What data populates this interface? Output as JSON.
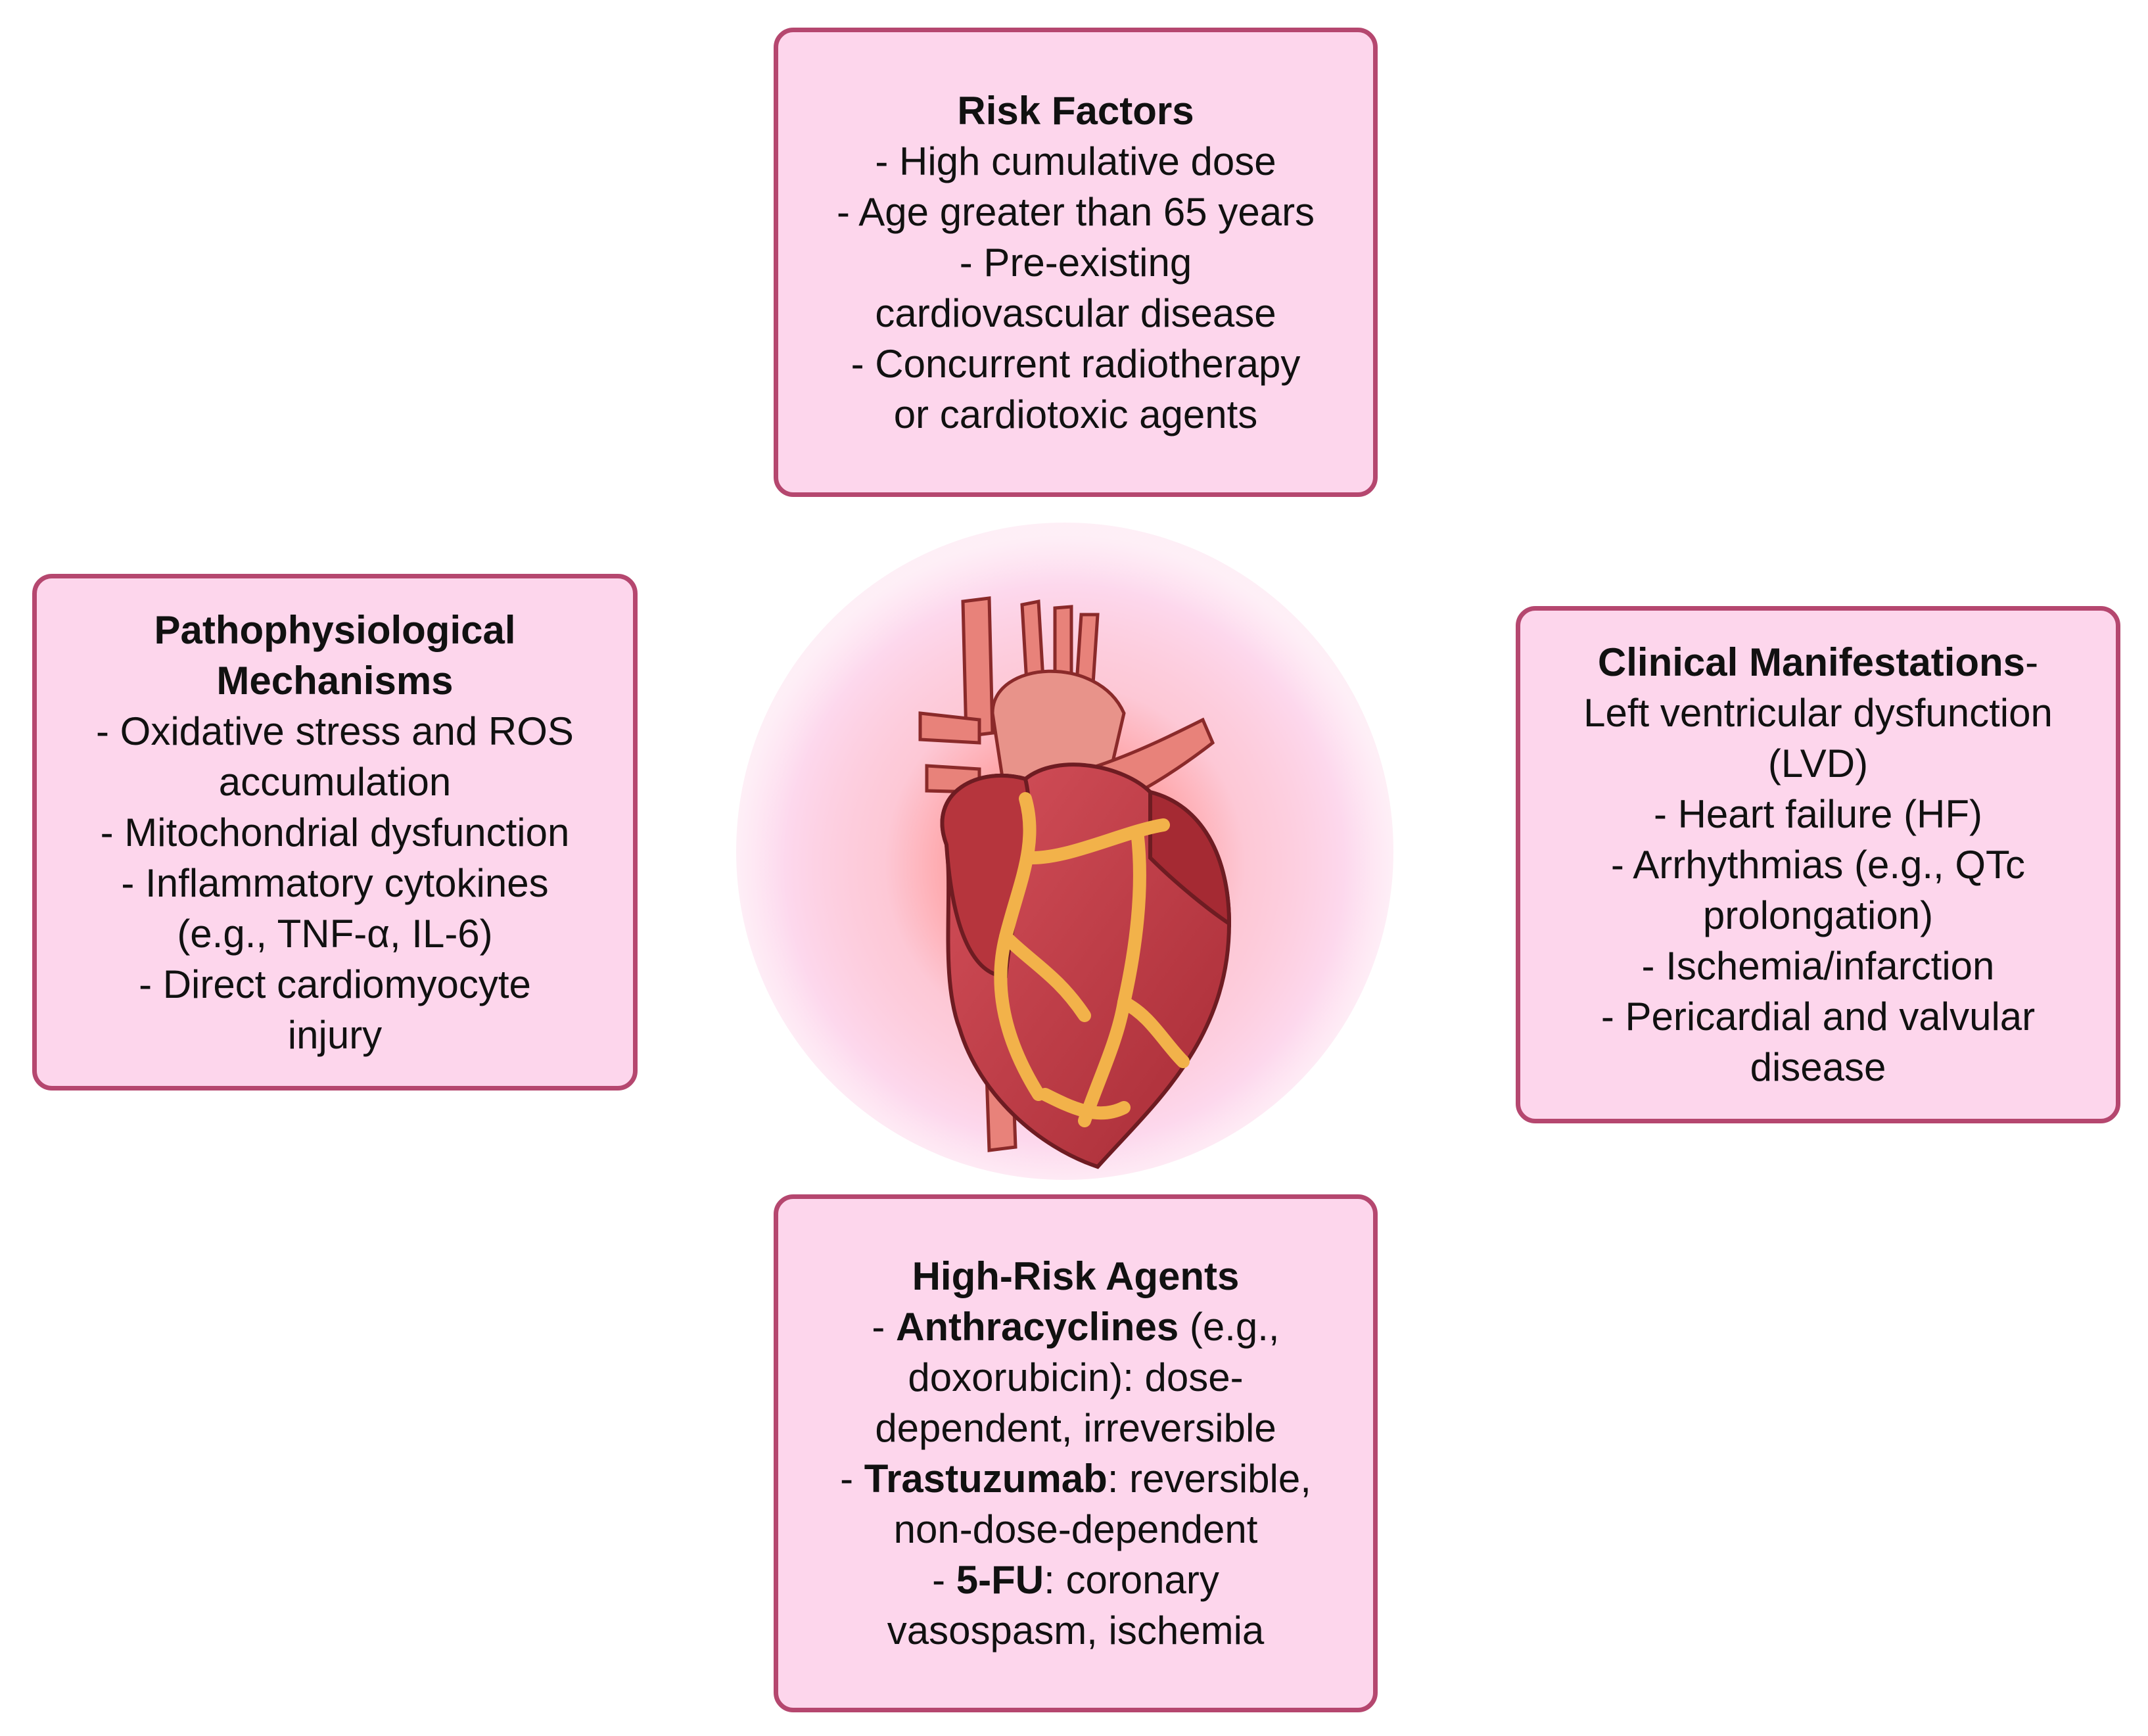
{
  "risk_factors": {
    "title": "Risk Factors",
    "lines": [
      "- High cumulative dose",
      "- Age greater than 65 years",
      "- Pre-existing",
      "cardiovascular disease",
      "- Concurrent radiotherapy",
      "or cardiotoxic agents"
    ]
  },
  "pathophysiology": {
    "title_line1": "Pathophysiological",
    "title_line2": "Mechanisms",
    "lines": [
      "- Oxidative stress and ROS",
      "accumulation",
      "- Mitochondrial dysfunction",
      "- Inflammatory cytokines",
      "(e.g., TNF-α, IL-6)",
      "- Direct cardiomyocyte",
      "injury"
    ]
  },
  "clinical": {
    "title": "Clinical Manifestations",
    "title_suffix": "-",
    "lines": [
      "Left ventricular dysfunction",
      "(LVD)",
      "- Heart failure (HF)",
      "- Arrhythmias (e.g., QTc",
      "prolongation)",
      "- Ischemia/infarction",
      "- Pericardial and valvular",
      "disease"
    ]
  },
  "agents": {
    "title": "High-Risk Agents",
    "anthra_prefix": "- ",
    "anthra_bold": "Anthracyclines",
    "anthra_rest": " (e.g.,",
    "anthra_line2": "doxorubicin): dose-",
    "anthra_line3": "dependent, irreversible",
    "trastu_prefix": "- ",
    "trastu_bold": "Trastuzumab",
    "trastu_rest": ": reversible,",
    "trastu_line2": "non-dose-dependent",
    "fu_prefix": "- ",
    "fu_bold": "5-FU",
    "fu_rest": ": coronary",
    "fu_line2": "vasospasm, ischemia"
  },
  "colors": {
    "card_fill": "#fdd6ec",
    "card_border": "#b5476f",
    "glow_center": "#ff5a5a",
    "heart_main": "#c23b45",
    "vessel": "#e8827a",
    "coronary": "#f2b24a"
  },
  "icons": {
    "center": "heart-icon"
  }
}
